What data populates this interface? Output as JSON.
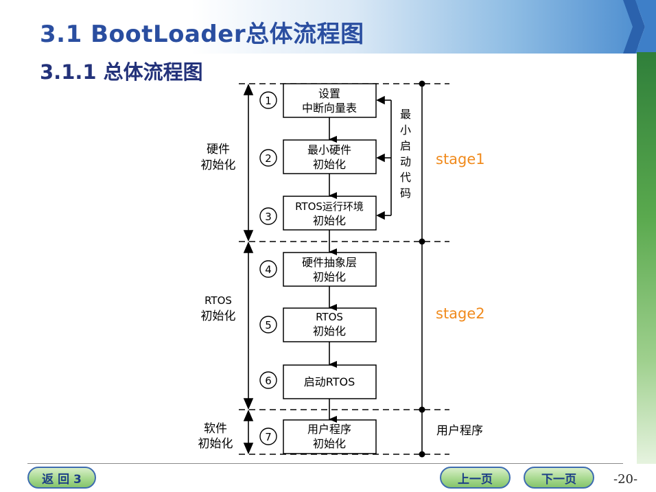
{
  "slide": {
    "title": "3.1 BootLoader总体流程图",
    "subtitle": "3.1.1 总体流程图",
    "page_number": "-20-"
  },
  "diagram": {
    "steps": [
      {
        "num": "1",
        "line1": "设置",
        "line2": "中断向量表"
      },
      {
        "num": "2",
        "line1": "最小硬件",
        "line2": "初始化"
      },
      {
        "num": "3",
        "line1": "RTOS运行环境",
        "line2": "初始化"
      },
      {
        "num": "4",
        "line1": "硬件抽象层",
        "line2": "初始化"
      },
      {
        "num": "5",
        "line1": "RTOS",
        "line2": "初始化"
      },
      {
        "num": "6",
        "line1": "启动RTOS",
        "line2": ""
      },
      {
        "num": "7",
        "line1": "用户程序",
        "line2": "初始化"
      }
    ],
    "left_groups": [
      {
        "line1": "硬件",
        "line2": "初始化"
      },
      {
        "line1": "RTOS",
        "line2": "初始化"
      },
      {
        "line1": "软件",
        "line2": "初始化"
      }
    ],
    "min_boot_code_chars": [
      "最",
      "小",
      "启",
      "动",
      "代",
      "码"
    ],
    "stages": {
      "stage1": "stage1",
      "stage2": "stage2",
      "user_program": "用户程序"
    },
    "colors": {
      "stage_label": "#f08a1c",
      "line": "#000000"
    }
  },
  "nav": {
    "back_label": "返 回 3",
    "prev_label": "上一页",
    "next_label": "下一页"
  }
}
